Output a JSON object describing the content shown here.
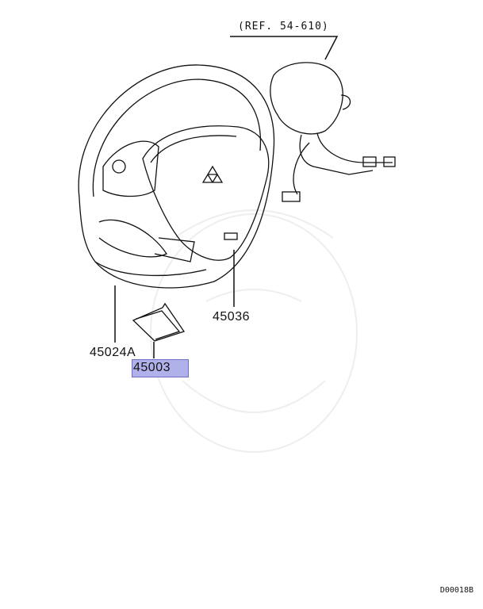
{
  "diagram": {
    "reference_label": "(REF. 54-610)",
    "parts": [
      {
        "number": "45036"
      },
      {
        "number": "45024A"
      },
      {
        "number": "45003",
        "highlighted": true
      }
    ],
    "diagram_code": "D00018B",
    "highlight_color": "#b0b0ea"
  }
}
